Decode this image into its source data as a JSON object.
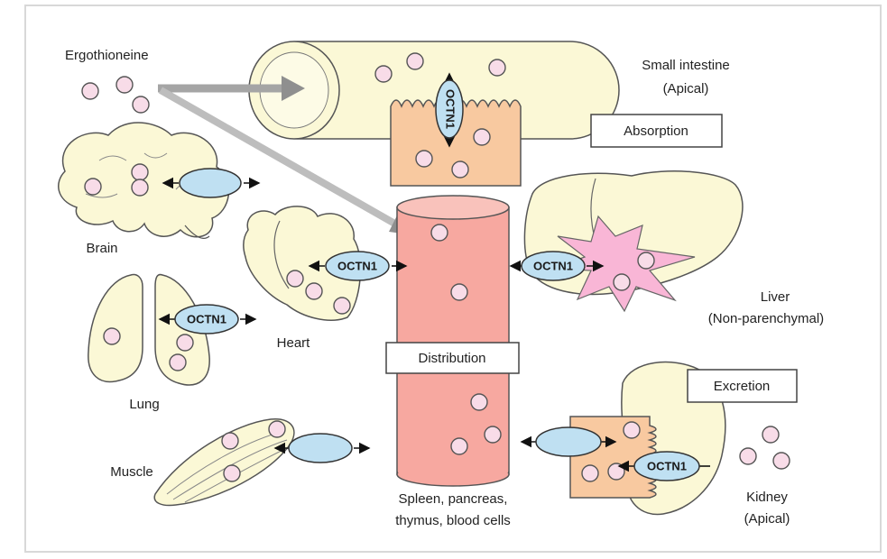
{
  "colors": {
    "organ_fill": "#fbf8d6",
    "organ_stroke": "#555555",
    "cell_fill": "#f8c9a0",
    "vessel_fill": "#f7a8a0",
    "transporter_fill": "#bfe0f2",
    "molecule_fill": "#f8dce8",
    "star_fill": "#f9b6d6",
    "arrow_gray": "#9a9a9a"
  },
  "labels": {
    "ergothioneine": "Ergothioneine",
    "small_intestine": "Small intestine",
    "small_intestine_sub": "(Apical)",
    "brain": "Brain",
    "heart": "Heart",
    "lung": "Lung",
    "muscle": "Muscle",
    "liver": "Liver",
    "liver_sub": "(Non-parenchymal)",
    "kidney": "Kidney",
    "kidney_sub": "(Apical)",
    "vessel_line1": "Spleen, pancreas,",
    "vessel_line2": "thymus, blood cells"
  },
  "boxes": {
    "absorption": "Absorption",
    "distribution": "Distribution",
    "excretion": "Excretion"
  },
  "transporters": {
    "intestine": "OCTN1",
    "heart": "OCTN1",
    "lung": "OCTN1",
    "liver": "OCTN1",
    "kidney": "OCTN1",
    "brain": "",
    "muscle": "",
    "kidney_basal": ""
  },
  "icons": [
    "ergothioneine-molecule-icon",
    "transporter-icon",
    "arrow-icon"
  ]
}
